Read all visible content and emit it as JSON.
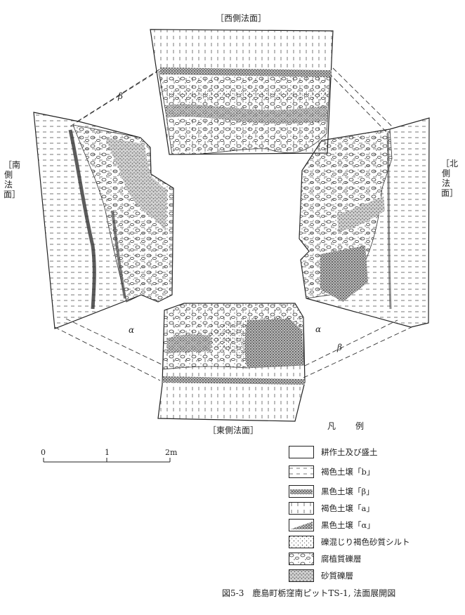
{
  "faces": {
    "west": "［西側法面］",
    "east": "［東側法面］",
    "south": "［南側法面］",
    "north": "［北側法面］"
  },
  "layer_markers": {
    "beta_nw": "β",
    "beta_se": "β",
    "alpha_sw": "α",
    "alpha_se": "α"
  },
  "scale_bar": {
    "ticks": [
      "0",
      "1",
      "2m"
    ]
  },
  "legend": {
    "title": "凡　例",
    "items": [
      {
        "label": "耕作土及び盛土",
        "pattern": "blank"
      },
      {
        "label": "褐色土壌「b」",
        "pattern": "horizontal-dashes"
      },
      {
        "label": "黒色土壌「β」",
        "pattern": "dark-stipple"
      },
      {
        "label": "褐色土壌「a」",
        "pattern": "vertical-dashes"
      },
      {
        "label": "黒色土壌「α」",
        "pattern": "dark-wedge"
      },
      {
        "label": "礫混じり褐色砂質シルト",
        "pattern": "dotted-pebbles"
      },
      {
        "label": "腐植質礫層",
        "pattern": "pebbles"
      },
      {
        "label": "砂質礫層",
        "pattern": "sandy-gravel"
      }
    ]
  },
  "caption": "図5-3　鹿島町栃窪南ピットTS-1, 法面展開図",
  "colors": {
    "ink": "#222222",
    "paper": "#ffffff"
  }
}
